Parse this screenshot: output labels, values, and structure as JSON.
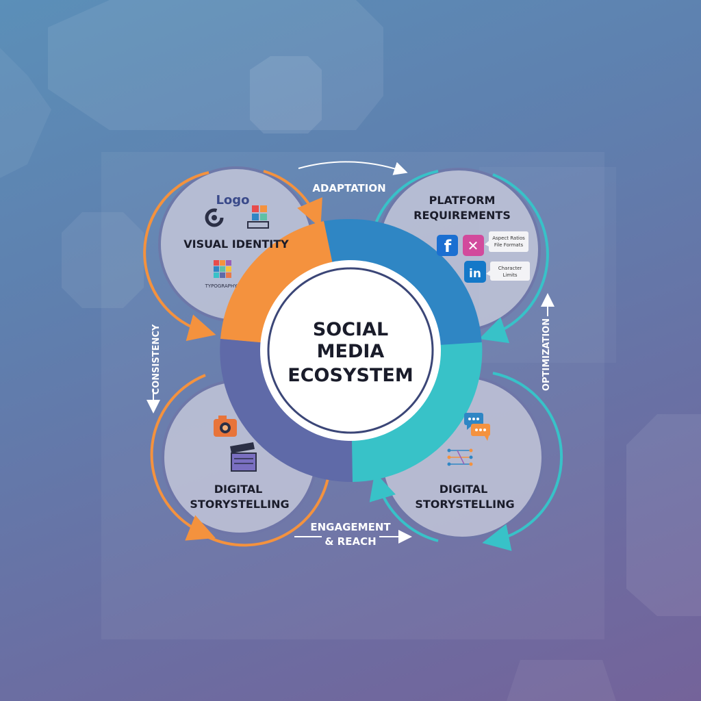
{
  "center": {
    "line1": "SOCIAL",
    "line2": "MEDIA",
    "line3": "ECOSYSTEM"
  },
  "nodes": {
    "top_left": {
      "title": "VISUAL IDENTITY",
      "logo_text": "Logo",
      "caption": "TYPOGRAPHY"
    },
    "top_right": {
      "title_line1": "PLATFORM",
      "title_line2": "REQUIREMENTS",
      "bubble1_line1": "Aspect Ratios",
      "bubble1_line2": "File Formats",
      "bubble2_line1": "Character",
      "bubble2_line2": "Limits",
      "icon_x": "✕",
      "icon_in": "in",
      "icon_f": "f"
    },
    "bottom_left": {
      "title_line1": "DIGITAL",
      "title_line2": "STORYSTELLING"
    },
    "bottom_right": {
      "title_line1": "DIGITAL",
      "title_line2": "STORYSTELLING"
    }
  },
  "flows": {
    "top": "ADAPTATION",
    "left": "CONSISTENCY",
    "right": "OPTIMIZATION",
    "bottom_line1": "ENGAGEMENT",
    "bottom_line2": "& REACH"
  },
  "colors": {
    "orange": "#f4923e",
    "blue": "#2f86c4",
    "teal": "#38c2c8",
    "indigo": "#5f6aa8"
  }
}
